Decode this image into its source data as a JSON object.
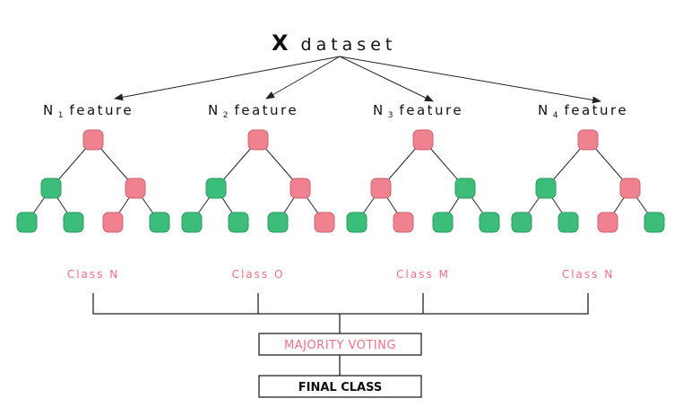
{
  "title": {
    "main": "X",
    "rest": "dataset"
  },
  "trees": [
    {
      "feature_prefix": "N",
      "feature_sub": "1",
      "feature_suffix": "feature",
      "class_label": "Class N",
      "root": "red",
      "left": "green",
      "right": "red",
      "leaves": [
        "green",
        "green",
        "red",
        "green"
      ]
    },
    {
      "feature_prefix": "N",
      "feature_sub": "2",
      "feature_suffix": "feature",
      "class_label": "Class O",
      "root": "red",
      "left": "green",
      "right": "red",
      "leaves": [
        "green",
        "green",
        "green",
        "red"
      ]
    },
    {
      "feature_prefix": "N",
      "feature_sub": "3",
      "feature_suffix": "feature",
      "class_label": "Class M",
      "root": "red",
      "left": "red",
      "right": "green",
      "leaves": [
        "green",
        "red",
        "green",
        "green"
      ]
    },
    {
      "feature_prefix": "N",
      "feature_sub": "4",
      "feature_suffix": "feature",
      "class_label": "Class N",
      "root": "red",
      "left": "green",
      "right": "red",
      "leaves": [
        "green",
        "green",
        "red",
        "green"
      ]
    }
  ],
  "voting_label": "MAJORITY VOTING",
  "final_label": "FINAL CLASS",
  "colors": {
    "red": "#f0818f",
    "green": "#3dbd7a",
    "accent_text": "#ee7083"
  }
}
